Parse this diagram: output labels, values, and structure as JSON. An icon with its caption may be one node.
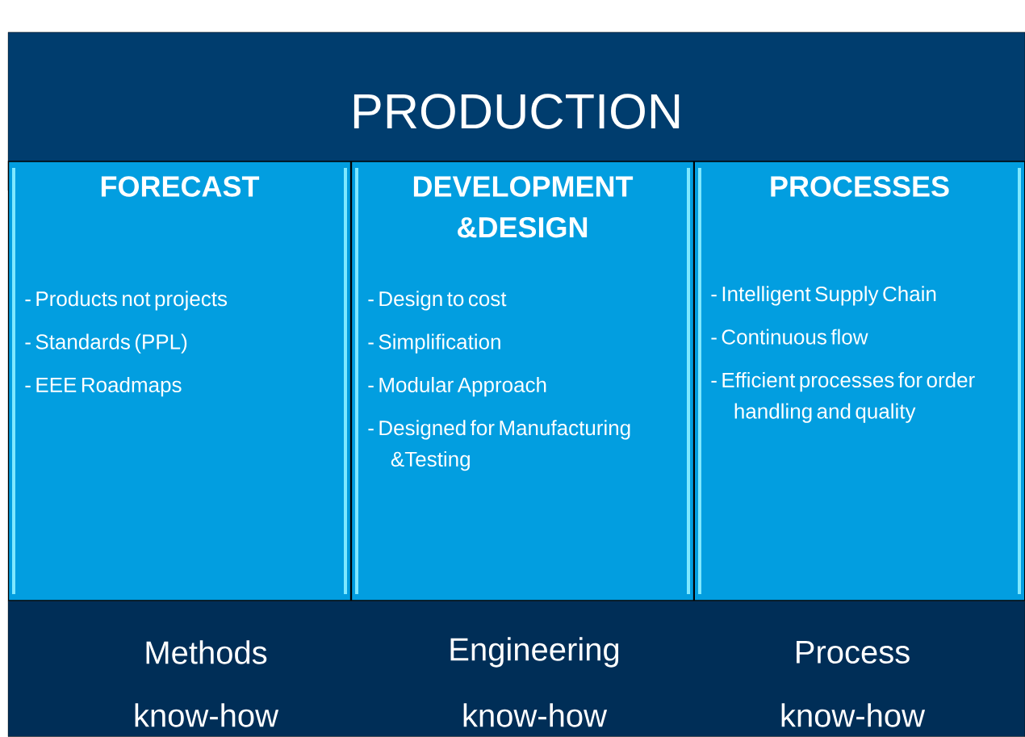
{
  "diagram": {
    "nodes": [
      {
        "text": [
          "PRODUCTION"
        ]
      },
      {
        "text": [
          "FORECAST",
          "- Products not projects",
          "- Standards (PPL)",
          "- EEE Roadmaps"
        ]
      },
      {
        "text": [
          "DEVELOPMENT &DESIGN",
          "- Design to cost",
          "- Simplification",
          "- Modular Approach",
          "- Designed for Manufacturing &Testing"
        ]
      },
      {
        "text": [
          "PROCESSES",
          "- Intelligent Supply Chain",
          "- Continuous flow",
          "- Efficient processes for order handling and quality"
        ]
      },
      {
        "text": [
          "Methods",
          "know-how",
          "Engineering",
          "know-how",
          "Process",
          "know-how"
        ]
      }
    ]
  }
}
